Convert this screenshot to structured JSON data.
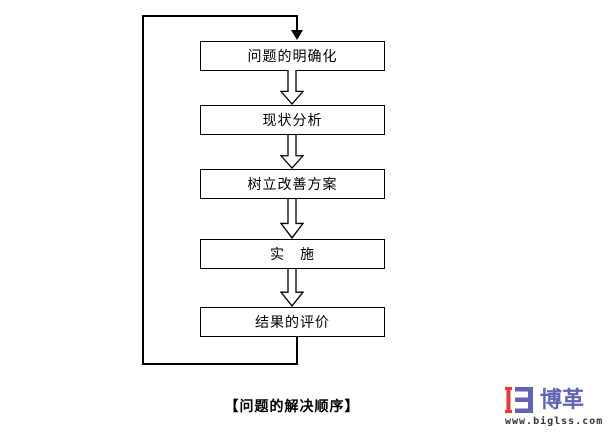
{
  "diagram": {
    "boxes": [
      {
        "label": "问题的明确化"
      },
      {
        "label": "现状分析"
      },
      {
        "label": "树立改善方案"
      },
      {
        "label": "实　施"
      },
      {
        "label": "结果的评价"
      }
    ],
    "caption": "【问题的解决顺序】",
    "flow_icons": "hollow-down-block-arrow",
    "loop": "from last box bottom, left and up to first box top with solid down arrowhead"
  },
  "logo": {
    "brand": "博革",
    "url": "www.biglss.com"
  },
  "colors": {
    "background": "#FFFFFF",
    "line": "#000000",
    "logo_red": "#E03C3A",
    "logo_blue": "#6163B5"
  }
}
